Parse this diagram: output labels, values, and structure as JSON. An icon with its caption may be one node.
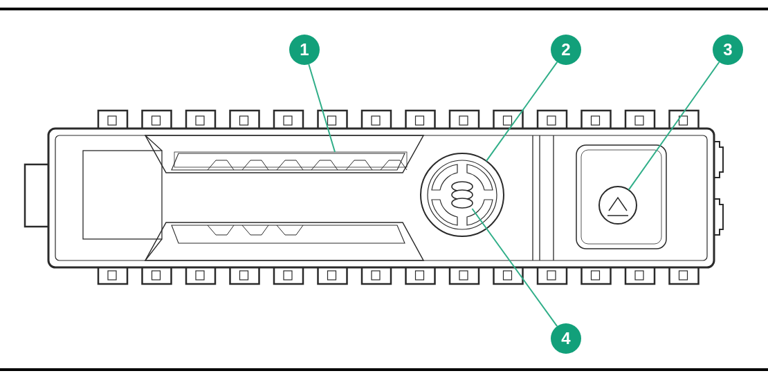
{
  "diagram": {
    "nodes": [
      {
        "text": [
          "1"
        ]
      },
      {
        "text": [
          "2"
        ]
      },
      {
        "text": [
          "3"
        ]
      },
      {
        "text": [],
        "shape": "bar"
      },
      {
        "text": [],
        "shape": "circle"
      },
      {
        "text": [],
        "shape": "circle"
      },
      {
        "text": [],
        "shape": "picture",
        "in": 4
      },
      {
        "text": [
          "4"
        ]
      }
    ],
    "edges": [
      {
        "from": 0,
        "to": 3,
        "arrow": "none"
      },
      {
        "from": 1,
        "to": 4,
        "arrow": "none"
      },
      {
        "from": 2,
        "to": 5,
        "arrow": "none"
      },
      {
        "from": 7,
        "to": 6,
        "arrow": "none"
      }
    ]
  }
}
